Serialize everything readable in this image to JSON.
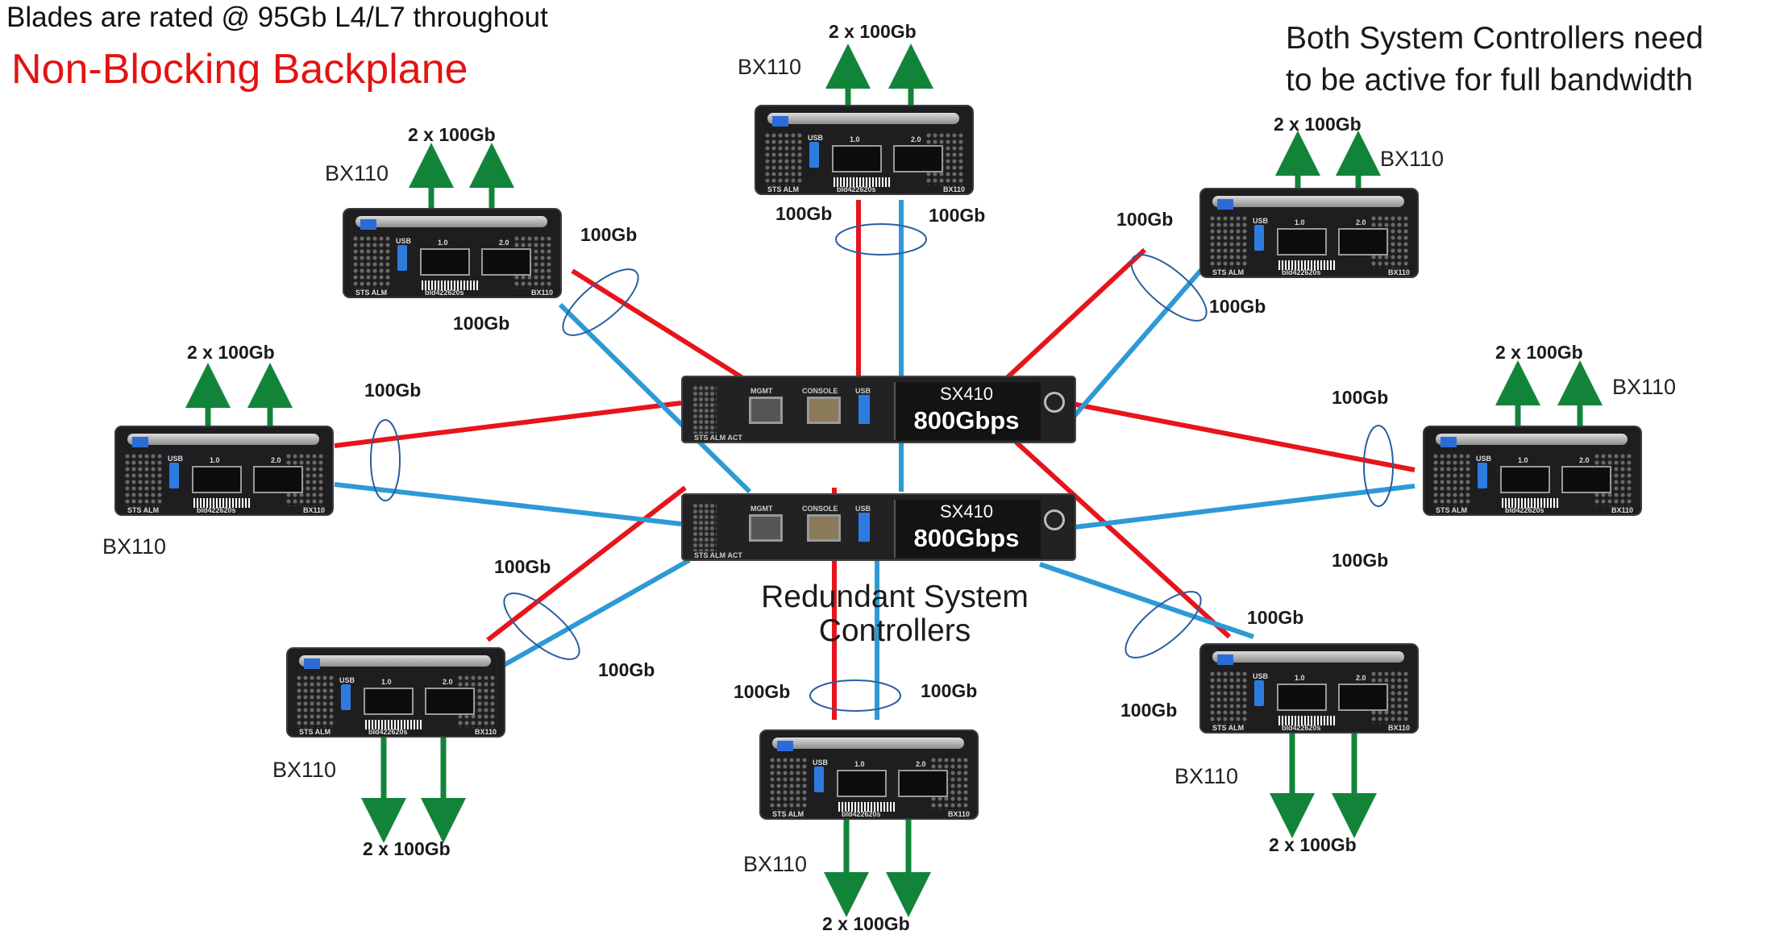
{
  "title": "Blades are rated @ 95Gb L4/L7 throughout",
  "subtitle": "Non-Blocking Backplane",
  "note_line1": "Both System Controllers need",
  "note_line2": "to be active for full bandwidth",
  "redundant_line1": "Redundant System",
  "redundant_line2": "Controllers",
  "link_label": "100Gb",
  "uplink_label": "2 x 100Gb",
  "blade_name": "BX110",
  "blade_port1": "1.0",
  "blade_port2": "2.0",
  "blade_usb": "USB",
  "blade_status": "STS ALM",
  "blade_serial": "bld422620s",
  "controller_model": "SX410",
  "controller_speed": "800Gbps",
  "controller_mgmt": "MGMT",
  "controller_console": "CONSOLE",
  "controller_usb": "USB",
  "controller_status": "STS ALM ACT",
  "colors": {
    "red_link": "#e8141c",
    "blue_link": "#2d9ad6",
    "uplink_arrow": "#12843a",
    "subtitle": "#e11414"
  }
}
